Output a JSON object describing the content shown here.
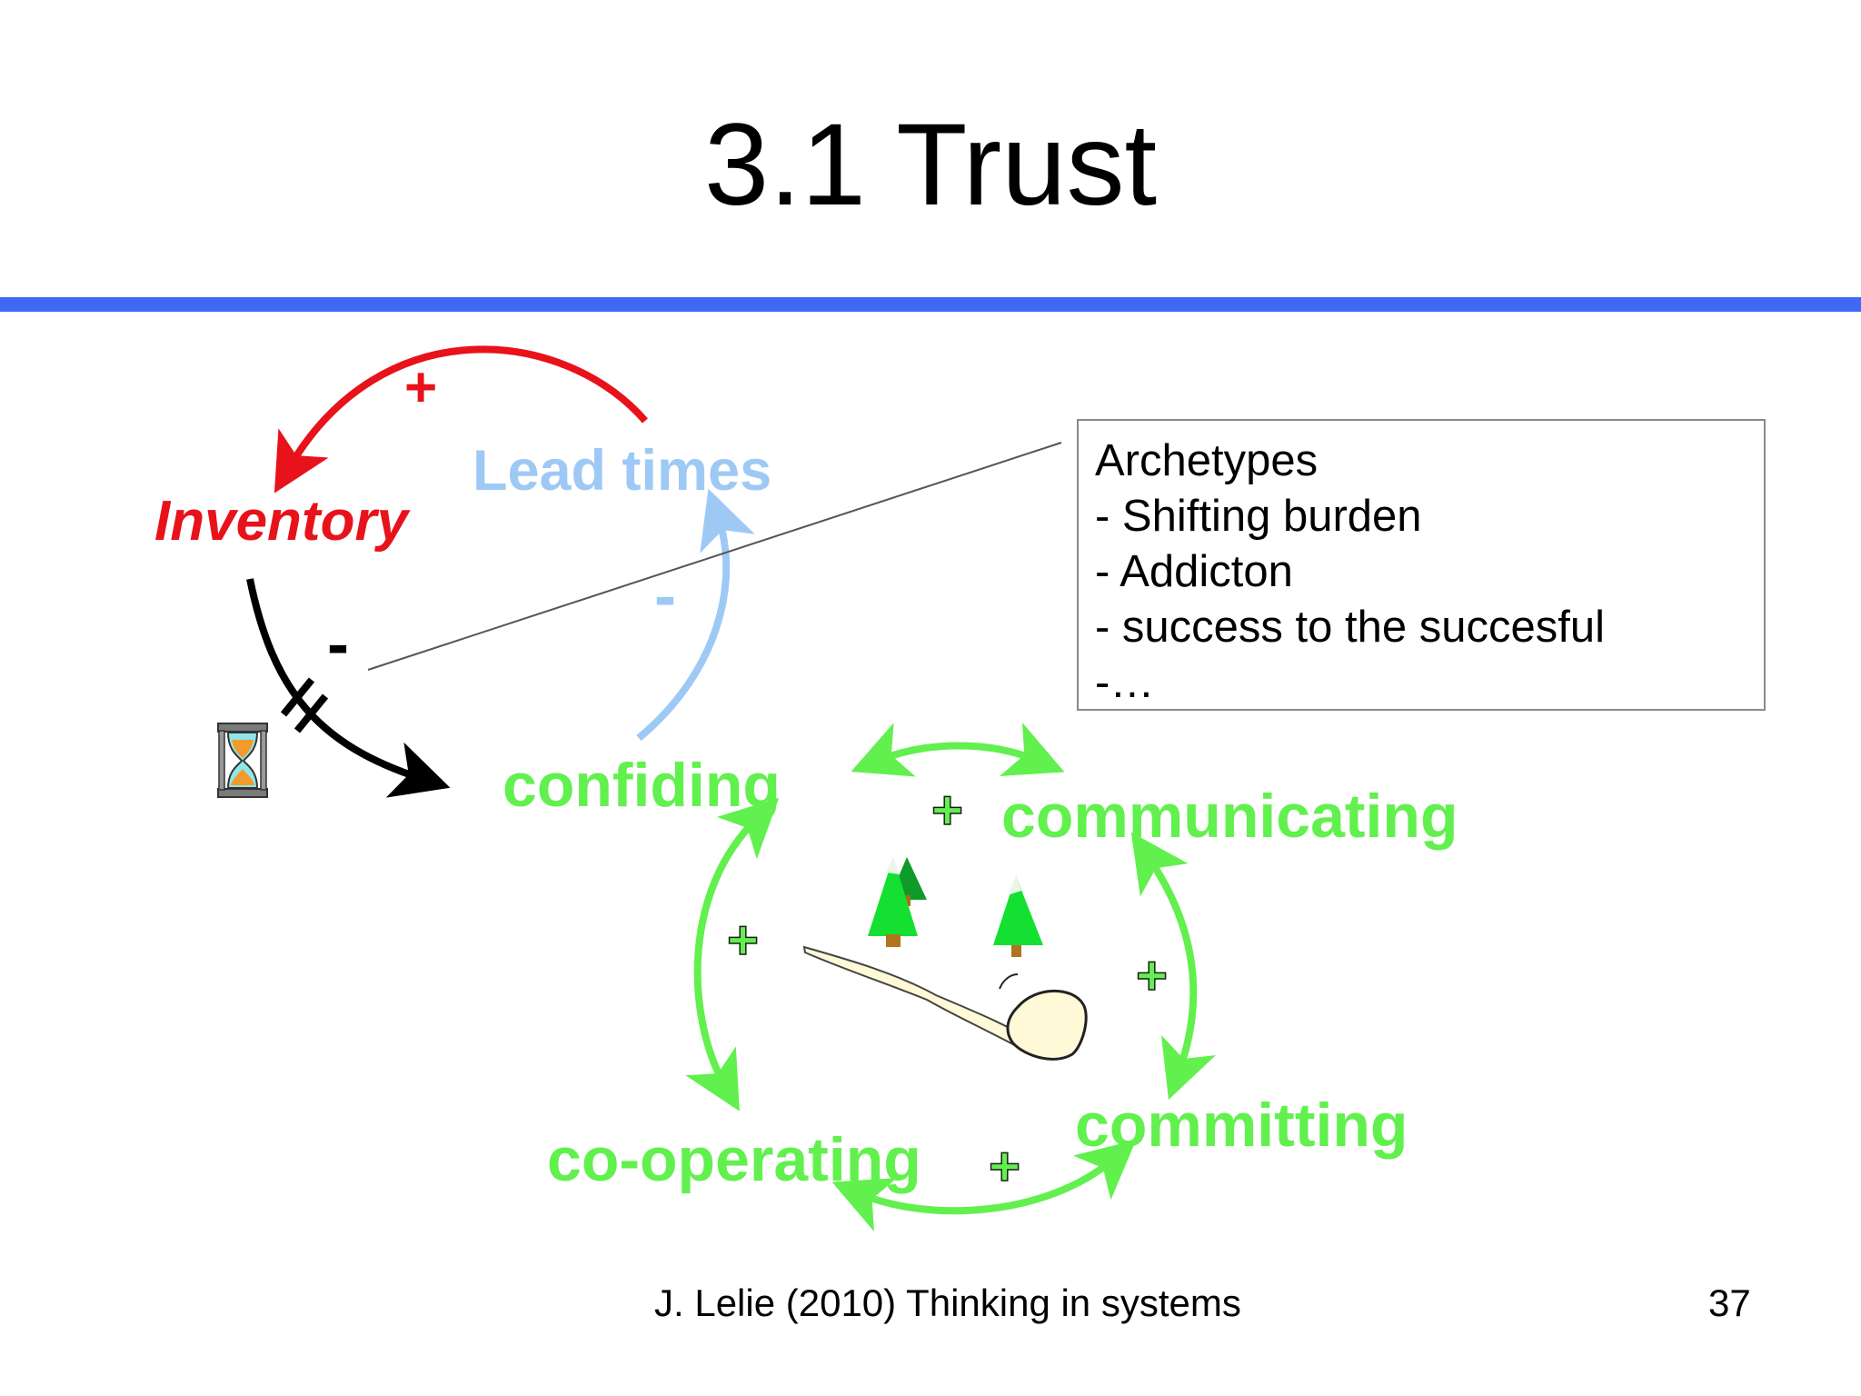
{
  "slide": {
    "title": "3.1 Trust",
    "footer_source": "J. Lelie (2010) Thinking in systems",
    "page_number": "37"
  },
  "diagram": {
    "nodes": {
      "inventory": "Inventory",
      "lead_times": "Lead times",
      "confiding": "confiding",
      "communicating": "communicating",
      "committing": "committing",
      "co_operating": "co-operating"
    },
    "polarities": {
      "lead_to_inventory": "+",
      "inventory_to_confiding": "-",
      "confiding_to_lead": "-",
      "confiding_communicating": "+",
      "communicating_committing": "+",
      "committing_cooperating": "+",
      "cooperating_confiding": "+"
    },
    "colors": {
      "inventory": "#e8121b",
      "lead_times": "#9ec9f5",
      "reinforcing_loop": "#62f04e",
      "delay_arrow": "#000000",
      "rule": "#3f69f5"
    },
    "icons": [
      "hourglass-icon",
      "snowball-icon",
      "tree-icon"
    ]
  },
  "archetypes": {
    "heading": "Archetypes",
    "items": [
      "- Shifting burden",
      "- Addicton",
      "- success to the succesful",
      "-…"
    ]
  }
}
